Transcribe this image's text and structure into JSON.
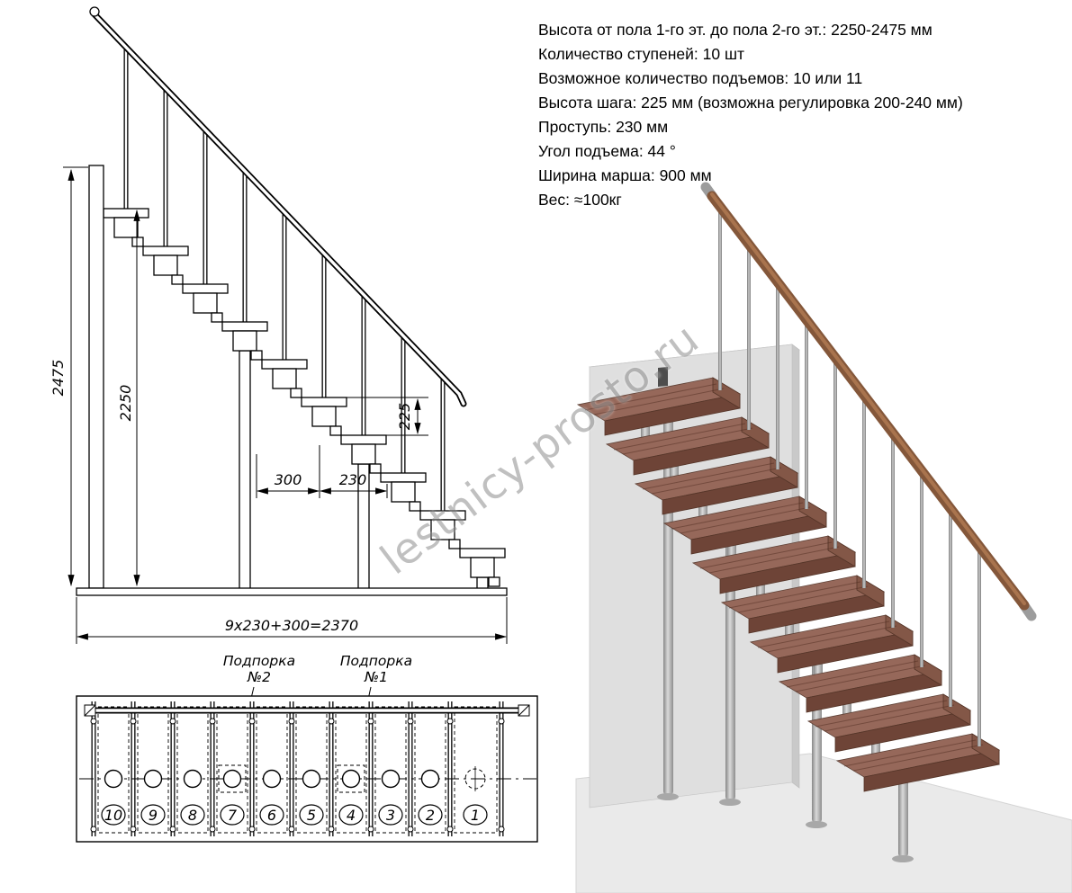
{
  "specs": {
    "lines": [
      "Высота от пола 1-го эт. до пола 2-го эт.: 2250-2475 мм",
      "Количество ступеней: 10 шт",
      "Возможное количество подъемов: 10 или 11",
      "Высота шага: 225 мм (возможна регулировка 200-240 мм)",
      "Проступь: 230 мм",
      "Угол подъема: 44 °",
      "Ширина марша: 900 мм",
      "Вес: ≈100кг"
    ]
  },
  "elevation": {
    "dims": {
      "total_height": "2475",
      "clear_height": "2250",
      "riser": "225",
      "run_300": "300",
      "run_230": "230",
      "total_run": "9x230+300=2370"
    }
  },
  "plan": {
    "support2": {
      "line1": "Подпорка",
      "line2": "№2"
    },
    "support1": {
      "line1": "Подпорка",
      "line2": "№1"
    },
    "step_numbers": [
      "10",
      "9",
      "8",
      "7",
      "6",
      "5",
      "4",
      "3",
      "2",
      "1"
    ]
  },
  "watermark": "lestnicy-prosto.ru",
  "colors": {
    "wood_top": "#96685a",
    "wood_front": "#6e4437",
    "rail_wood": "#84573a",
    "metal": "#9c9c9c",
    "wall": "#dfdfdf"
  }
}
